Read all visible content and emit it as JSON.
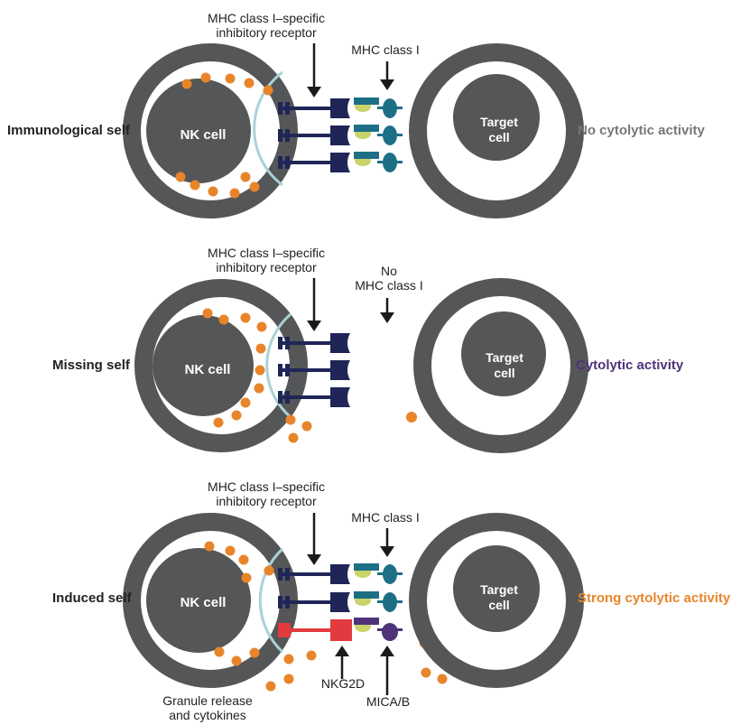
{
  "colors": {
    "ring": "#555657",
    "granule": "#e8852b",
    "inhibitory_receptor": "#1f2657",
    "mhc": "#1d6f86",
    "mhc_peptide": "#c9d36a",
    "synapse_arc": "#a9d2d8",
    "nkg2d": "#e23a3f",
    "mica": "#4f3279",
    "cytolytic_text": "#4f3279",
    "strong_text": "#e8852b",
    "no_activity_text": "#777777"
  },
  "panels": [
    {
      "state_label": "Immunological self",
      "nk_label": "NK cell",
      "receptor_label": "MHC class I–specific\ninhibitory receptor",
      "mhc_label": "MHC class I",
      "target_label": "Target\ncell",
      "outcome_label": "No cytolytic activity"
    },
    {
      "state_label": "Missing self",
      "nk_label": "NK cell",
      "receptor_label": "MHC class I–specific\ninhibitory receptor",
      "mhc_label": "No\nMHC class I",
      "target_label": "Target\ncell",
      "outcome_label": "Cytolytic activity"
    },
    {
      "state_label": "Induced self",
      "nk_label": "NK cell",
      "receptor_label": "MHC class I–specific\ninhibitory receptor",
      "mhc_label": "MHC class I",
      "target_label": "Target\ncell",
      "outcome_label": "Strong cytolytic activity",
      "nkg2d_label": "NKG2D",
      "mica_label": "MICA/B",
      "granule_label": "Granule release\nand cytokines"
    }
  ]
}
